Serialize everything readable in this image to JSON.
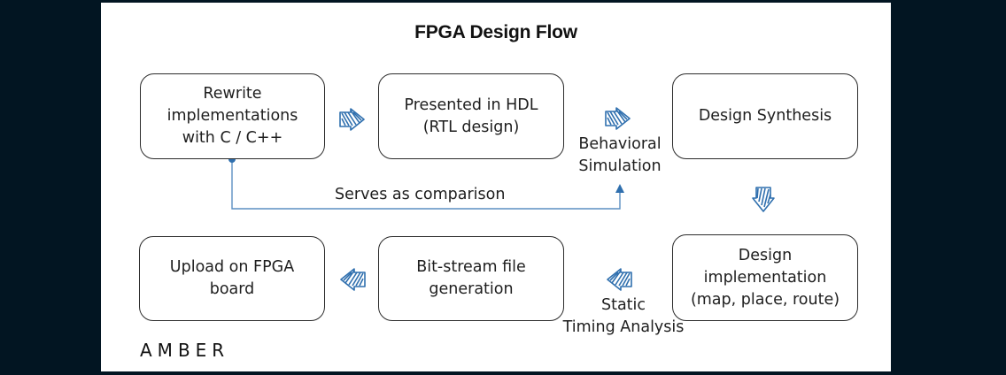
{
  "title": "FPGA Design Flow",
  "steps": [
    {
      "id": "rewrite",
      "lines": [
        "Rewrite",
        "implementations",
        "with C / C++"
      ]
    },
    {
      "id": "hdl",
      "lines": [
        "Presented in HDL",
        "(RTL design)"
      ]
    },
    {
      "id": "synthesis",
      "lines": [
        "Design Synthesis"
      ]
    },
    {
      "id": "implementation",
      "lines": [
        "Design",
        "implementation",
        "(map, place, route)"
      ]
    },
    {
      "id": "bitstream",
      "lines": [
        "Bit-stream file",
        "generation"
      ]
    },
    {
      "id": "upload",
      "lines": [
        "Upload on FPGA",
        "board"
      ]
    }
  ],
  "transitions": [
    {
      "from": "rewrite",
      "to": "hdl",
      "direction": "right",
      "label": ""
    },
    {
      "from": "hdl",
      "to": "synthesis",
      "direction": "right",
      "label_lines": [
        "Behavioral",
        "Simulation"
      ]
    },
    {
      "from": "synthesis",
      "to": "implementation",
      "direction": "down",
      "label": ""
    },
    {
      "from": "implementation",
      "to": "bitstream",
      "direction": "left",
      "label_lines": [
        "Static",
        "Timing Analysis"
      ]
    },
    {
      "from": "bitstream",
      "to": "upload",
      "direction": "left",
      "label": ""
    }
  ],
  "comparison_connector": {
    "label": "Serves as comparison",
    "from": "rewrite",
    "to": "Behavioral Simulation"
  },
  "logo": "AMBER",
  "colors": {
    "background": "#021522",
    "panel": "#ffffff",
    "arrow": "#2f6fae",
    "connector": "#5b8fc2",
    "box_border": "#2b2b2b"
  }
}
